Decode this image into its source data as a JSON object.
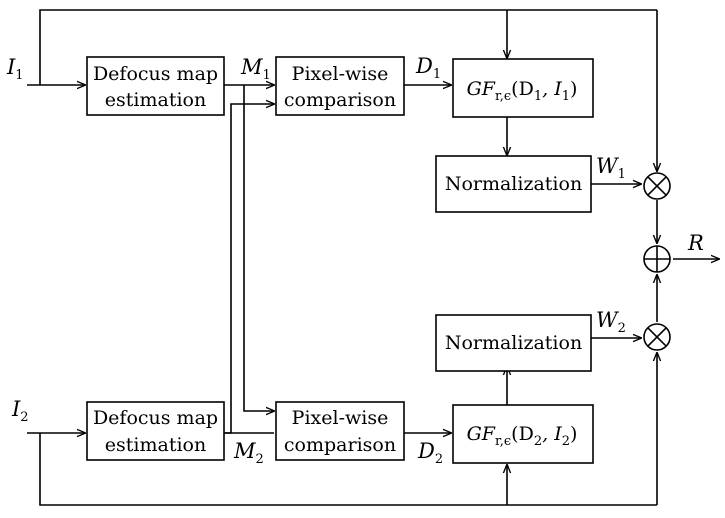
{
  "inputs": {
    "i1": {
      "base": "I",
      "sub": "1"
    },
    "i2": {
      "base": "I",
      "sub": "2"
    }
  },
  "blocks": {
    "defocus_top": [
      "Defocus map",
      "estimation"
    ],
    "defocus_bottom": [
      "Defocus map",
      "estimation"
    ],
    "pixelwise_top": [
      "Pixel-wise",
      "comparison"
    ],
    "pixelwise_bottom": [
      "Pixel-wise",
      "comparison"
    ],
    "gf_top": {
      "base": "GF",
      "sub": "r,ϵ",
      "args": "(D",
      "argsub": "1",
      "args2": ", I",
      "args2sub": "1",
      "close": ")"
    },
    "gf_bottom": {
      "base": "GF",
      "sub": "r,ϵ",
      "args": "(D",
      "argsub": "2",
      "args2": ", I",
      "args2sub": "2",
      "close": ")"
    },
    "norm_top": "Normalization",
    "norm_bottom": "Normalization"
  },
  "signals": {
    "m1": {
      "base": "M",
      "sub": "1"
    },
    "m2": {
      "base": "M",
      "sub": "2"
    },
    "d1": {
      "base": "D",
      "sub": "1"
    },
    "d2": {
      "base": "D",
      "sub": "2"
    },
    "w1": {
      "base": "W",
      "sub": "1"
    },
    "w2": {
      "base": "W",
      "sub": "2"
    },
    "r": "R"
  }
}
